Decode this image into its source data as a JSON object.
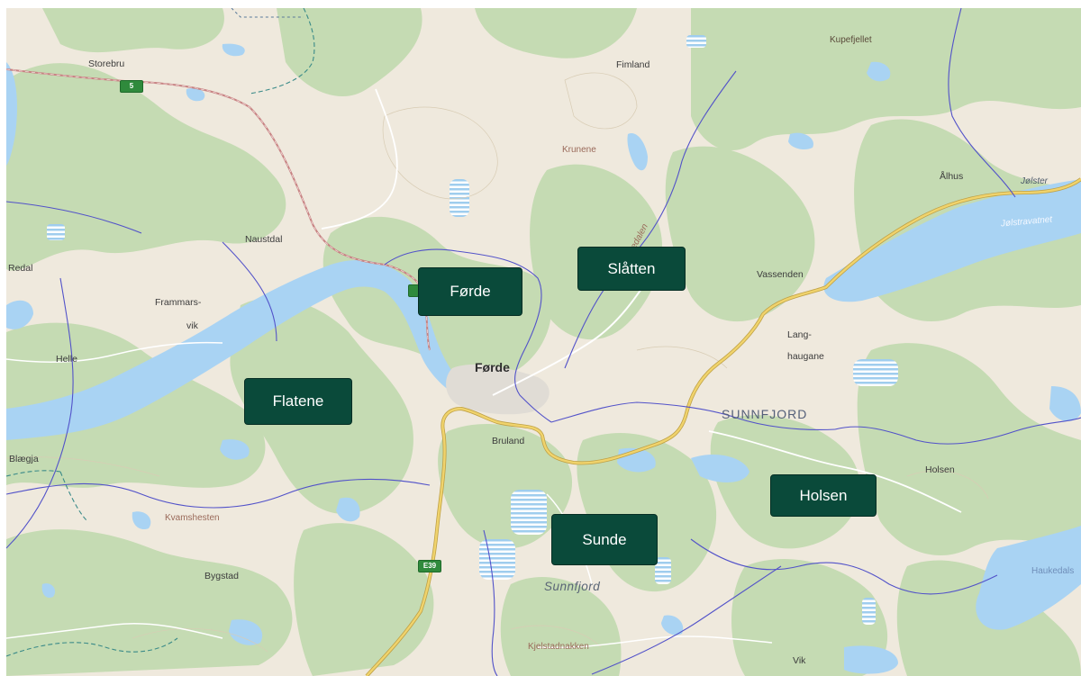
{
  "map": {
    "place_labels": {
      "storebru": "Storebru",
      "fimland": "Fimland",
      "kupefjellet": "Kupefjellet",
      "krunene": "Krunene",
      "alhus": "Ålhus",
      "jolster": "Jølster",
      "jolstravatnet": "Jølstravatnet",
      "naustdal": "Naustdal",
      "redal": "Redal",
      "frammars": "Frammars-",
      "vik": "vik",
      "helle": "Helle",
      "forde_town": "Førde",
      "vassenden": "Vassenden",
      "lang": "Lang-",
      "haugane": "haugane",
      "sunnfjord_region": "SUNNFJORD",
      "bruland": "Bruland",
      "holsen_town": "Holsen",
      "blaegja": "Blægja",
      "kvamshesten": "Kvamshesten",
      "bygstad": "Bygstad",
      "sunnfjord_italic": "Sunnfjord",
      "haukedals": "Haukedals",
      "kjelstadnakken": "Kjelstadnakken",
      "vik_south": "Vik",
      "dalen": "edalen"
    },
    "road_shields": {
      "route5": "5",
      "e39": "E39"
    },
    "markers": {
      "forde": "Førde",
      "slatten": "Slåtten",
      "flatene": "Flatene",
      "holsen": "Holsen",
      "sunde": "Sunde"
    },
    "colors": {
      "land": "#efe9dd",
      "forest": "#c5dbb3",
      "water": "#a9d3f3",
      "marker_bg": "#0a4a3a",
      "highway": "#e5c661",
      "boundary": "#5252c9"
    }
  }
}
